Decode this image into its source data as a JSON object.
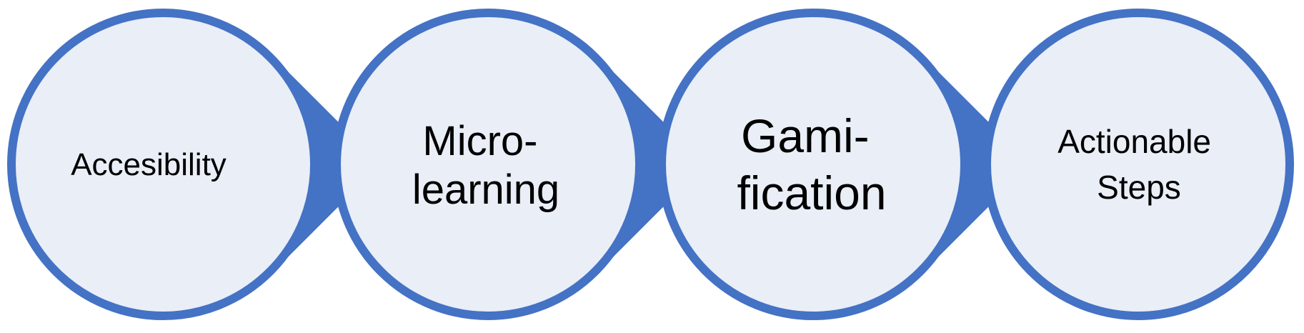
{
  "colors": {
    "accent": "#4472C4",
    "circle_fill": "#E9EEF7",
    "text": "#000000",
    "background": "#FFFFFF"
  },
  "stages": [
    {
      "lines": [
        "Accesibility"
      ]
    },
    {
      "lines": [
        "Micro-",
        "learning"
      ]
    },
    {
      "lines": [
        "Gami-",
        "fication"
      ]
    },
    {
      "lines": [
        "Actionable",
        "Steps"
      ]
    }
  ]
}
